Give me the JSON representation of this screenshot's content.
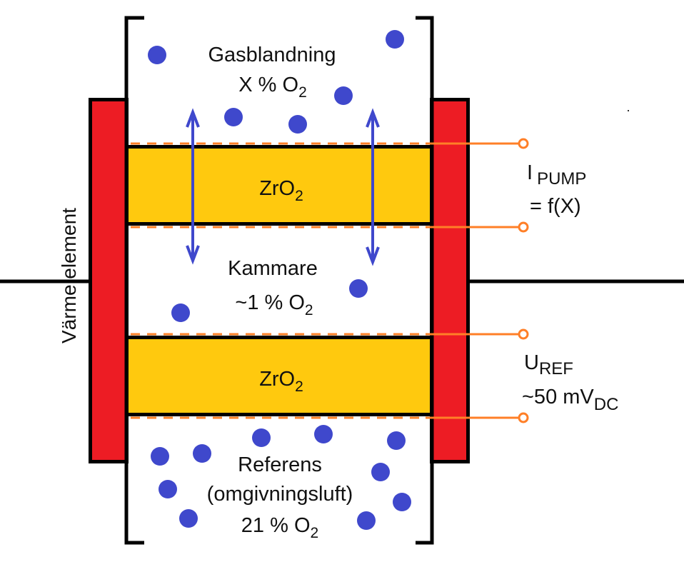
{
  "colors": {
    "heater": "#ED1C24",
    "electrolyte": "#FFC90E",
    "molecule": "#3F48CC",
    "electrode": "#FF7F27",
    "outline": "#000000"
  },
  "labels": {
    "heater": "Värme element",
    "gas_mixture_title": "Gasblandning",
    "gas_mixture_value": "X % O",
    "gas_mixture_sub": "2",
    "zro2_top": "ZrO",
    "zro2_top_sub": "2",
    "zro2_bottom": "ZrO",
    "zro2_bottom_sub": "2",
    "chamber_title": "Kammare",
    "chamber_value": "~1 % O",
    "chamber_sub": "2",
    "reference_title": "Referens",
    "reference_note": "(omgivningsluft)",
    "reference_value": "21 % O",
    "reference_sub": "2",
    "pump_current_symbol": "I",
    "pump_current_sub": "PUMP",
    "pump_current_relation": "= f(X)",
    "ref_voltage_symbol": "U",
    "ref_voltage_sub": "REF",
    "ref_voltage_value": "~50 mV",
    "ref_voltage_value_sub": "DC"
  }
}
